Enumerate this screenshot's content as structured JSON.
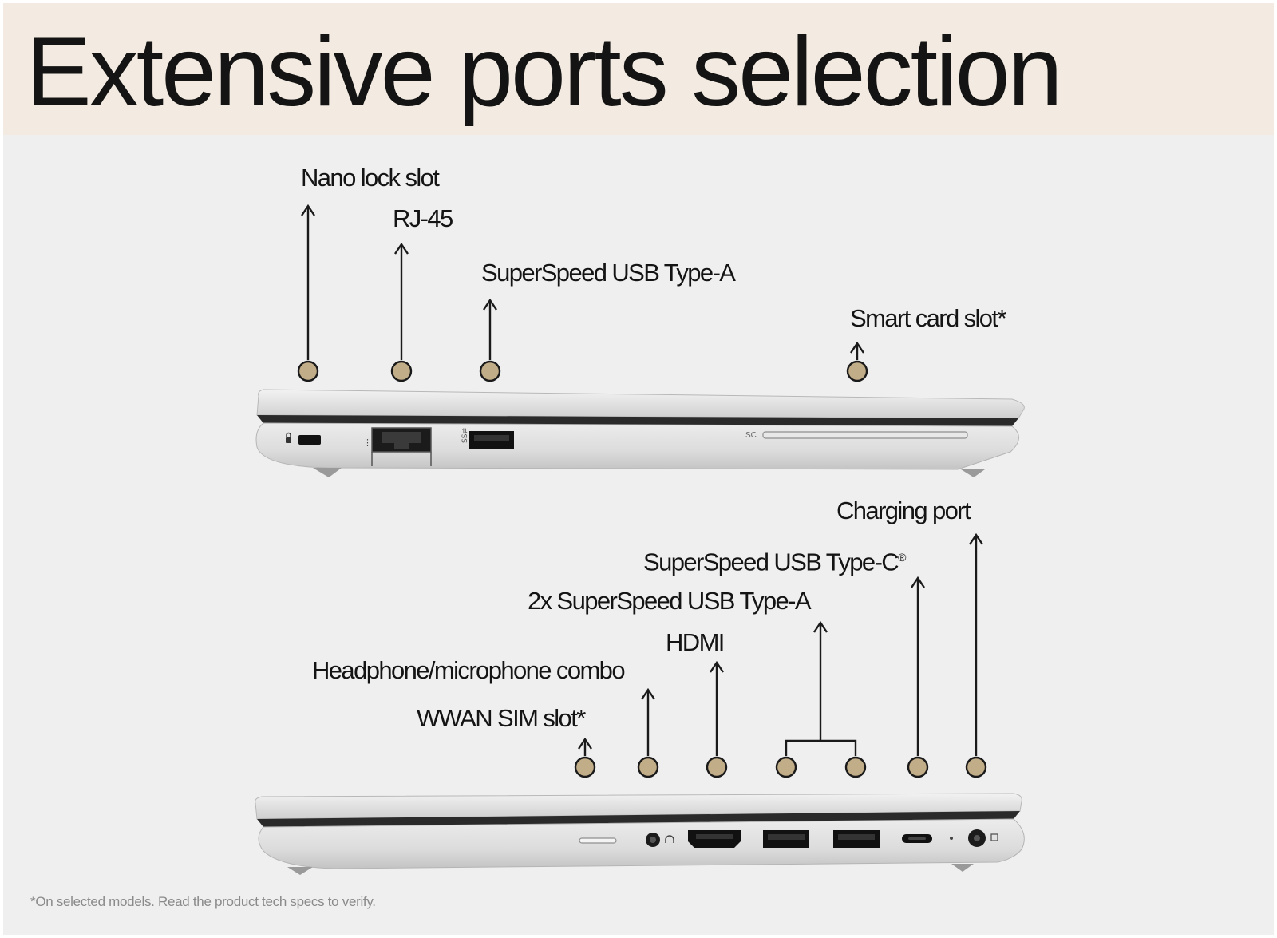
{
  "title": "Extensive ports selection",
  "footnote": "*On selected models. Read the product tech specs to verify.",
  "colors": {
    "header_band": "#f3ebe1",
    "panel": "#efefef",
    "callout_dot": "#c2ad89",
    "ink": "#141414",
    "laptop_silver": "#d9d9d9"
  },
  "top_view": {
    "callouts": [
      {
        "id": "nano-lock-slot",
        "label": "Nano lock slot"
      },
      {
        "id": "rj45",
        "label": "RJ-45"
      },
      {
        "id": "usb-a-left",
        "label": "SuperSpeed USB Type-A"
      },
      {
        "id": "smart-card-slot",
        "label": "Smart card slot*"
      }
    ],
    "port_icons": {
      "smart_card": "SC"
    }
  },
  "bottom_view": {
    "callouts": [
      {
        "id": "charging-port",
        "label": "Charging port"
      },
      {
        "id": "usb-c",
        "label": "SuperSpeed USB Type-C",
        "superscript": "®"
      },
      {
        "id": "usb-a-2x",
        "label": "2x SuperSpeed USB Type-A"
      },
      {
        "id": "hdmi",
        "label": "HDMI"
      },
      {
        "id": "headphone-combo",
        "label": "Headphone/microphone combo"
      },
      {
        "id": "wwan-sim-slot",
        "label": "WWAN SIM slot*"
      }
    ]
  }
}
